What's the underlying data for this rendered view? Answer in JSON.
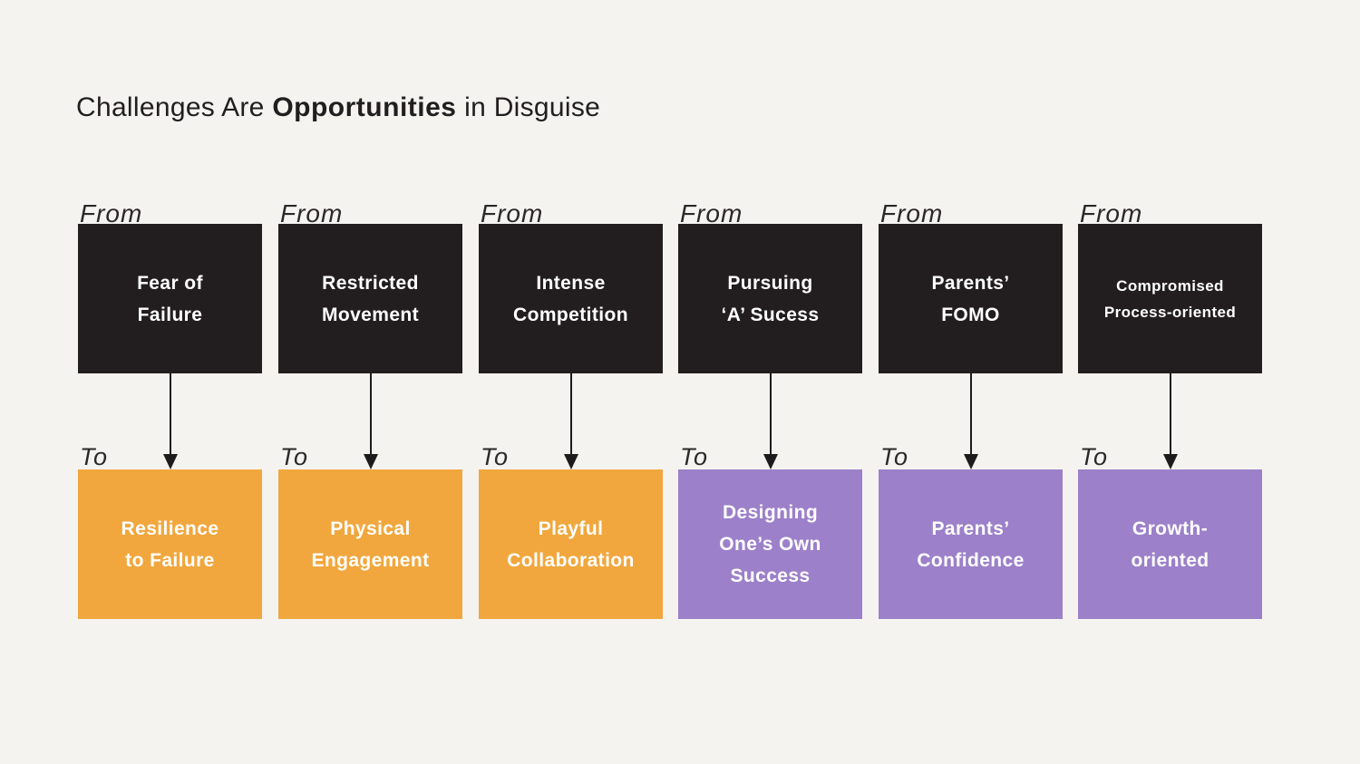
{
  "title": {
    "prefix": "Challenges Are ",
    "highlight": "Opportunities",
    "suffix": " in Disguise"
  },
  "labels": {
    "from": "From",
    "to": "To"
  },
  "colors": {
    "background": "#f5f3f0",
    "from_box": "#221e1f",
    "to_box_orange": "#f1a73d",
    "to_box_purple": "#9c80c9",
    "box_text": "#ffffff",
    "title_text": "#211e1f",
    "arrow": "#1e1b1c"
  },
  "columns": [
    {
      "id": "fear-of-failure",
      "from_lines": [
        "Fear of",
        "Failure"
      ],
      "to_lines": [
        "Resilience",
        "to Failure"
      ],
      "to_color": "orange"
    },
    {
      "id": "restricted-movement",
      "from_lines": [
        "Restricted",
        "Movement"
      ],
      "to_lines": [
        "Physical",
        "Engagement"
      ],
      "to_color": "orange"
    },
    {
      "id": "intense-competition",
      "from_lines": [
        "Intense",
        "Competition"
      ],
      "to_lines": [
        "Playful",
        "Collaboration"
      ],
      "to_color": "orange"
    },
    {
      "id": "pursuing-a-sucess",
      "from_lines": [
        "Pursuing",
        "‘A’ Sucess"
      ],
      "to_lines": [
        "Designing",
        "One’s Own",
        "Success"
      ],
      "to_color": "purple"
    },
    {
      "id": "parents-fomo",
      "from_lines": [
        "Parents’",
        "FOMO"
      ],
      "to_lines": [
        "Parents’",
        "Confidence"
      ],
      "to_color": "purple"
    },
    {
      "id": "compromised-process-oriented",
      "from_lines": [
        "Compromised",
        "Process-oriented"
      ],
      "to_lines": [
        "Growth-",
        "oriented"
      ],
      "to_color": "purple"
    }
  ]
}
